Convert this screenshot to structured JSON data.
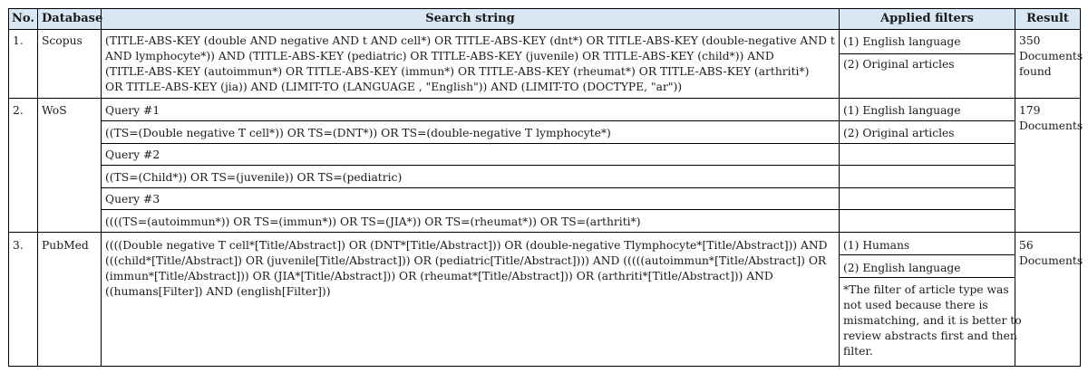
{
  "headers": {
    "no": "No.",
    "database": "Database",
    "search_string": "Search string",
    "applied_filters": "Applied filters",
    "result": "Result"
  },
  "rows": [
    {
      "no": "1.",
      "database": "Scopus",
      "search_lines": [
        "(TITLE-ABS-KEY (double AND negative AND t AND cell*) OR TITLE-ABS-KEY (dnt*) OR TITLE-ABS-KEY (double-negative AND t",
        "AND lymphocyte*)) AND (TITLE-ABS-KEY (pediatric) OR TITLE-ABS-KEY (juvenile) OR TITLE-ABS-KEY (child*)) AND",
        "(TITLE-ABS-KEY (autoimmun*) OR TITLE-ABS-KEY (immun*) OR TITLE-ABS-KEY (rheumat*) OR TITLE-ABS-KEY (arthriti*)",
        "OR TITLE-ABS-KEY (jia)) AND (LIMIT-TO (LANGUAGE , \"English\")) AND (LIMIT-TO (DOCTYPE, \"ar\"))"
      ],
      "filters": [
        "(1) English language",
        "(2) Original articles"
      ],
      "result": "350\nDocuments\nfound"
    },
    {
      "no": "2.",
      "database": "WoS",
      "queries": [
        "Query #1",
        "((TS=(Double negative T cell*)) OR TS=(DNT*)) OR TS=(double-negative T lymphocyte*)",
        "Query #2",
        "((TS=(Child*)) OR TS=(juvenile)) OR TS=(pediatric)",
        "Query #3",
        "((((TS=(autoimmun*)) OR TS=(immun*)) OR TS=(JIA*)) OR TS=(rheumat*)) OR TS=(arthriti*)"
      ],
      "filters": [
        "(1) English language",
        "(2) Original articles"
      ],
      "result": "179\nDocuments"
    },
    {
      "no": "3.",
      "database": "PubMed",
      "search_lines": [
        "((((Double negative T cell*[Title/Abstract]) OR (DNT*[Title/Abstract])) OR (double-negative Tlymphocyte*[Title/Abstract])) AND",
        "(((child*[Title/Abstract]) OR (juvenile[Title/Abstract])) OR (pediatric[Title/Abstract]))) AND (((((autoimmun*[Title/Abstract]) OR",
        "(immun*[Title/Abstract])) OR (JIA*[Title/Abstract])) OR (rheumat*[Title/Abstract])) OR (arthriti*[Title/Abstract])) AND",
        "((humans[Filter]) AND (english[Filter]))"
      ],
      "filters": [
        "(1) Humans",
        "(2) English language"
      ],
      "note": "*The filter of article type was\nnot used because there is\nmismatching, and it is better to\nreview abstracts first and then\nfilter.",
      "result": "56\nDocuments"
    }
  ]
}
